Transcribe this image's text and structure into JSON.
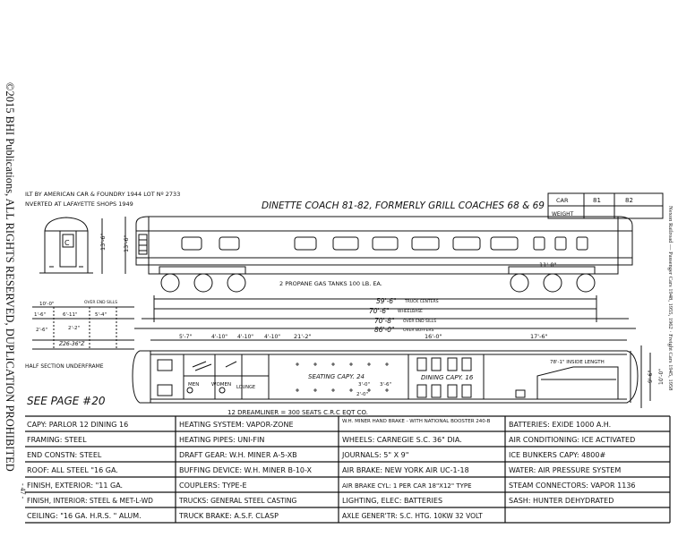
{
  "side_notes": {
    "copyright": "©2015 BHI Publications, ALL RIGHTS RESERVED, DUPLICATION PROHIBITED",
    "right_margin": "Nexon Railroad — Passenger Cars 1948, 1955, 1962 · Freight Cars 1945, 1958",
    "page": "- 47 -"
  },
  "header": {
    "built_line1": "ILT BY AMERICAN CAR & FOUNDRY  1944   LOT Nº 2733",
    "built_line2": "NVERTED AT LAFAYETTE SHOPS  1949",
    "title": "DINETTE COACH   81-82, FORMERLY GRILL COACHES 68 & 69",
    "car_table": {
      "car_label": "CAR",
      "weight_label": "WEIGHT",
      "car_nums": [
        "81",
        "82"
      ]
    }
  },
  "elevation": {
    "height_end": "13'-6\"",
    "height_side": "13'-6\"",
    "truck_spacing": "11'-0\"",
    "tanks_note": "2 PROPANE   GAS TANKS   100 LB.  EA.",
    "dim_truck_centers": "59'-6\"",
    "dim_truck_centers_label": "TRUCK CENTERS",
    "dim_wheelbase": "70'-6\"",
    "dim_wheelbase_label": "WHEELBASE",
    "dim_over_sills": "70'-8\"",
    "dim_over_sills_label": "OVER END SILLS",
    "dim_over_buffers": "86'-0\"",
    "dim_over_buffers_label": "OVER BUFFERS",
    "end_sills_label": "OVER END SILLS",
    "end_sill_dims": [
      "10'-0\"",
      "1'-6\"",
      "6'-11\"",
      "5'-4\"",
      "2'-6\"",
      "2'-2\""
    ],
    "underframe_dim": "Z26-36\"Z",
    "half_section_label": "HALF SECTION UNDERFRAME"
  },
  "plan": {
    "top_dims": [
      "5'-7\"",
      "4'-10\"",
      "4'-10\"",
      "4'-10\"",
      "21'-2\"",
      "16'-0\"",
      "17'-6\""
    ],
    "seating": "SEATING CAPY. 24",
    "dining": "DINING CAPY. 16",
    "inside_length": "78'-1\" INSIDE LENGTH",
    "rooms": [
      "MEN",
      "WOMEN",
      "LOUNGE"
    ],
    "inner_dims": [
      "3'-0\"",
      "3'-6\"",
      "2'-0\""
    ],
    "width": "9'-6\"",
    "height_right": "10'-0\"",
    "see_page": "SEE PAGE #20",
    "caption": "12 DREAMLINER = 300 SEATS C.R.C EQT CO."
  },
  "specs": [
    [
      "CAPY: PARLOR 12 DINING 16",
      "HEATING SYSTEM: VAPOR-ZONE",
      "W.H. MINER HAND BRAKE - WITH NATIONAL BOOSTER 240-B",
      "BATTERIES: EXIDE 1000 A.H."
    ],
    [
      "FRAMING:            STEEL",
      "HEATING PIPES: UNI-FIN",
      "WHEELS: CARNEGIE S.C. 36\" DIA.",
      "AIR CONDITIONING: ICE ACTIVATED"
    ],
    [
      "END CONSTN:        STEEL",
      "DRAFT GEAR: W.H. MINER A-5-XB",
      "JOURNALS:          5\" X 9\"",
      "ICE BUNKERS CAPY: 4800#"
    ],
    [
      "ROOF:        ALL STEEL \"16 GA.",
      "BUFFING DEVICE: W.H. MINER B-10-X",
      "AIR BRAKE: NEW YORK AIR UC-1-18",
      "WATER: AIR PRESSURE SYSTEM"
    ],
    [
      "FINISH, EXTERIOR:     \"11 GA.",
      "COUPLERS: TYPE-E",
      "AIR BRAKE CYL: 1 PER CAR 18\"X12\" TYPE",
      "STEAM CONNECTORS: VAPOR 1136"
    ],
    [
      "FINISH, INTERIOR: STEEL & MET-L-WD",
      "TRUCKS: GENERAL STEEL CASTING",
      "LIGHTING, ELEC: BATTERIES",
      "SASH: HUNTER DEHYDRATED"
    ],
    [
      "CEILING: \"16 GA. H.R.S. \" ALUM.",
      "TRUCK BRAKE: A.S.F. CLASP",
      "AXLE GENER'TR: S.C. HTG. 10KW 32 VOLT",
      ""
    ]
  ]
}
